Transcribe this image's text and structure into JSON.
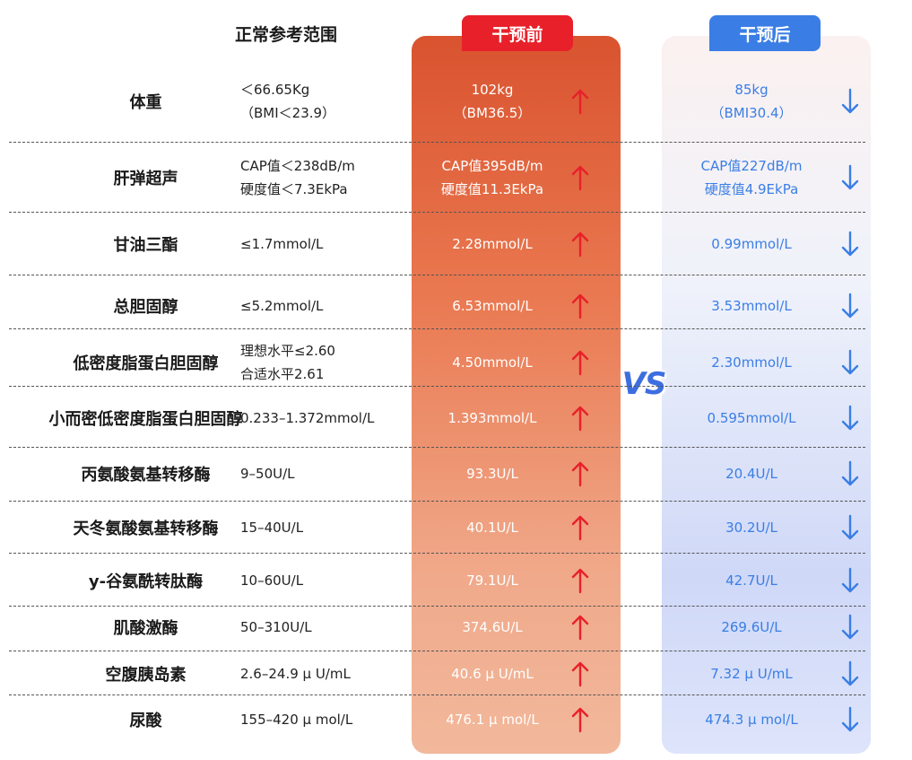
{
  "header": {
    "range_label": "正常参考范围",
    "before_label": "干预前",
    "after_label": "干预后",
    "vs_label": "VS"
  },
  "colors": {
    "before_accent": "#e8202a",
    "after_accent": "#3a7ee5",
    "up_arrow": "#e8202a",
    "down_arrow": "#3a7ee5"
  },
  "icons": {
    "increase": "arrow-up-icon",
    "decrease": "arrow-down-icon"
  },
  "rows": [
    {
      "name": "体重",
      "range": [
        "＜66.65Kg",
        "（BMI＜23.9）"
      ],
      "before": [
        "102kg",
        "（BM36.5）"
      ],
      "after": [
        "85kg",
        "（BMI30.4）"
      ]
    },
    {
      "name": "肝弹超声",
      "range": [
        "CAP值＜238dB/m",
        "硬度值＜7.3EkPa"
      ],
      "before": [
        "CAP值395dB/m",
        "硬度值11.3EkPa"
      ],
      "after": [
        "CAP值227dB/m",
        "硬度值4.9EkPa"
      ]
    },
    {
      "name": "甘油三酯",
      "range": [
        "≤1.7mmol/L"
      ],
      "before": [
        "2.28mmol/L"
      ],
      "after": [
        "0.99mmol/L"
      ]
    },
    {
      "name": "总胆固醇",
      "range": [
        "≤5.2mmol/L"
      ],
      "before": [
        "6.53mmol/L"
      ],
      "after": [
        "3.53mmol/L"
      ]
    },
    {
      "name": "低密度脂蛋白胆固醇",
      "range": [
        "理想水平≤2.60",
        "合适水平2.61"
      ],
      "before": [
        "4.50mmol/L"
      ],
      "after": [
        "2.30mmol/L"
      ]
    },
    {
      "name": "小而密低密度脂蛋白胆固醇",
      "range": [
        "0.233–1.372mmol/L"
      ],
      "before": [
        "1.393mmol/L"
      ],
      "after": [
        "0.595mmol/L"
      ]
    },
    {
      "name": "丙氨酸氨基转移酶",
      "range": [
        "9–50U/L"
      ],
      "before": [
        "93.3U/L"
      ],
      "after": [
        "20.4U/L"
      ]
    },
    {
      "name": "天冬氨酸氨基转移酶",
      "range": [
        "15–40U/L"
      ],
      "before": [
        "40.1U/L"
      ],
      "after": [
        "30.2U/L"
      ]
    },
    {
      "name": "y-谷氨酰转肽酶",
      "range": [
        "10–60U/L"
      ],
      "before": [
        "79.1U/L"
      ],
      "after": [
        "42.7U/L"
      ]
    },
    {
      "name": "肌酸激酶",
      "range": [
        "50–310U/L"
      ],
      "before": [
        "374.6U/L"
      ],
      "after": [
        "269.6U/L"
      ]
    },
    {
      "name": "空腹胰岛素",
      "range": [
        "2.6–24.9 μ U/mL"
      ],
      "before": [
        "40.6 μ U/mL"
      ],
      "after": [
        "7.32 μ U/mL"
      ]
    },
    {
      "name": "尿酸",
      "range": [
        "155–420 μ mol/L"
      ],
      "before": [
        "476.1 μ mol/L"
      ],
      "after": [
        "474.3 μ mol/L"
      ]
    }
  ]
}
